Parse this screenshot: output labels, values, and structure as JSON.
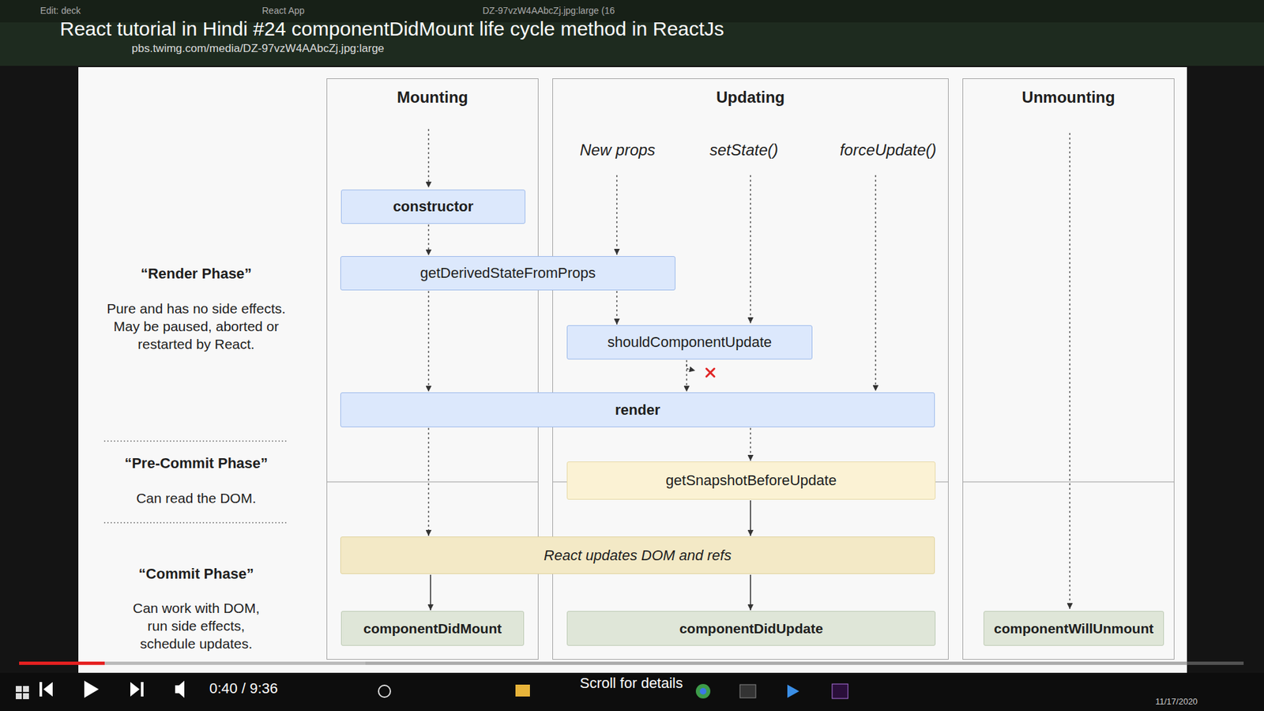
{
  "diagram": {
    "title": "React tutorial in Hindi #24 componentDidMount life cycle method in ReactJs",
    "nodes": [
      {
        "text": [
          "Mounting"
        ]
      },
      {
        "text": [
          "Updating"
        ]
      },
      {
        "text": [
          "Unmounting"
        ]
      },
      {
        "text": [
          "constructor"
        ],
        "in": 0
      },
      {
        "text": [
          "getDerivedStateFromProps"
        ]
      },
      {
        "text": [
          "shouldComponentUpdate"
        ],
        "in": 1
      },
      {
        "text": [
          "render"
        ]
      },
      {
        "text": [
          "getSnapshotBeforeUpdate"
        ],
        "in": 1
      },
      {
        "text": [
          "React updates DOM and refs"
        ]
      },
      {
        "text": [
          "componentDidMount"
        ],
        "in": 0
      },
      {
        "text": [
          "componentDidUpdate"
        ],
        "in": 1
      },
      {
        "text": [
          "componentWillUnmount"
        ],
        "in": 2
      }
    ],
    "edges": [
      {
        "from": 3,
        "to": 4,
        "arrow": "to"
      },
      {
        "from": 4,
        "to": 6,
        "arrow": "to"
      },
      {
        "from": 4,
        "to": 5,
        "arrow": "to"
      },
      {
        "from": 5,
        "to": 6,
        "arrow": "to"
      },
      {
        "from": 6,
        "to": 8,
        "arrow": "to"
      },
      {
        "from": 6,
        "to": 7,
        "arrow": "to"
      },
      {
        "from": 7,
        "to": 8,
        "arrow": "to"
      },
      {
        "from": 8,
        "to": 9,
        "arrow": "to"
      },
      {
        "from": 8,
        "to": 10,
        "arrow": "to"
      }
    ],
    "labels": [
      "Edit: deck",
      "React App",
      "DZ-97vzW4AAbcZj.jpg:large (16",
      "pbs.twimg.com/media/DZ-97vzW4AAbcZj.jpg:large",
      "New props",
      "setState()",
      "forceUpdate()",
      "“Render Phase”",
      "Pure and has no side effects. May be paused, aborted or restarted by React.",
      "“Pre-Commit Phase”",
      "Can read the DOM.",
      "“Commit Phase”",
      "Can work with DOM, run side effects, schedule updates.",
      "0:40 / 9:36",
      "Scroll for details",
      "11/17/2020"
    ]
  }
}
